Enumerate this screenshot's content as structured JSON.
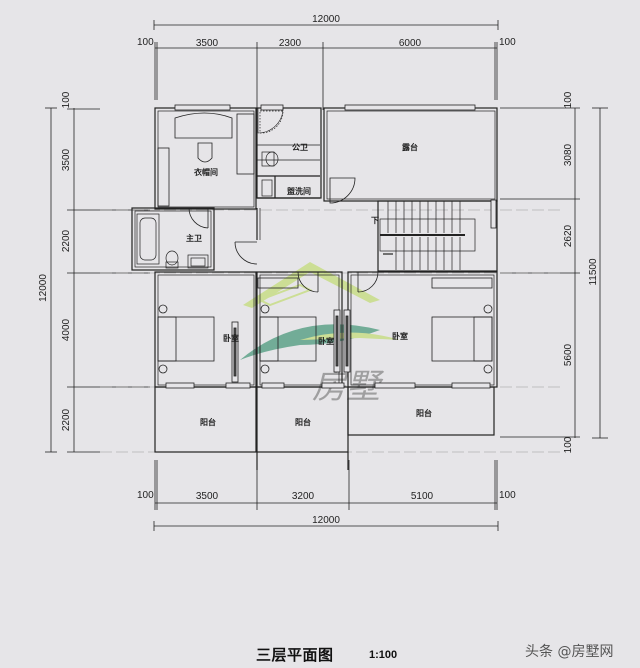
{
  "title": "三层平面图",
  "scale": "1:100",
  "watermark": "头条 @房墅网",
  "logo_text": "房墅",
  "top_dims": {
    "total": "12000",
    "left_offset": "100",
    "right_offset": "100",
    "segments": [
      "3500",
      "2300",
      "6000"
    ]
  },
  "bottom_dims": {
    "total": "12000",
    "left_offset": "100",
    "right_offset": "100",
    "segments": [
      "3500",
      "3200",
      "5100"
    ]
  },
  "left_dims": {
    "total": "12000",
    "top_offset": "100",
    "segments": [
      "3500",
      "2200",
      "4000",
      "2200"
    ]
  },
  "right_dims": {
    "total": "11500",
    "top_offset": "100",
    "bottom_offset": "100",
    "segments": [
      "3080",
      "2620",
      "5600"
    ]
  },
  "rooms": {
    "closet": "衣帽间",
    "public_bath": "公卫",
    "laundry": "盥洗间",
    "terrace": "露台",
    "master_bath": "主卫",
    "bedroom_1": "卧室",
    "bedroom_2": "卧室",
    "bedroom_3": "卧室",
    "balcony_1": "阳台",
    "balcony_2": "阳台",
    "balcony_3": "阳台",
    "stair_down": "下"
  },
  "colors": {
    "background": "#e6e5e8",
    "line": "#222222",
    "logo_green": "#b8d45a",
    "logo_teal": "#3f8f72",
    "logo_gray": "#8a8a8a"
  }
}
